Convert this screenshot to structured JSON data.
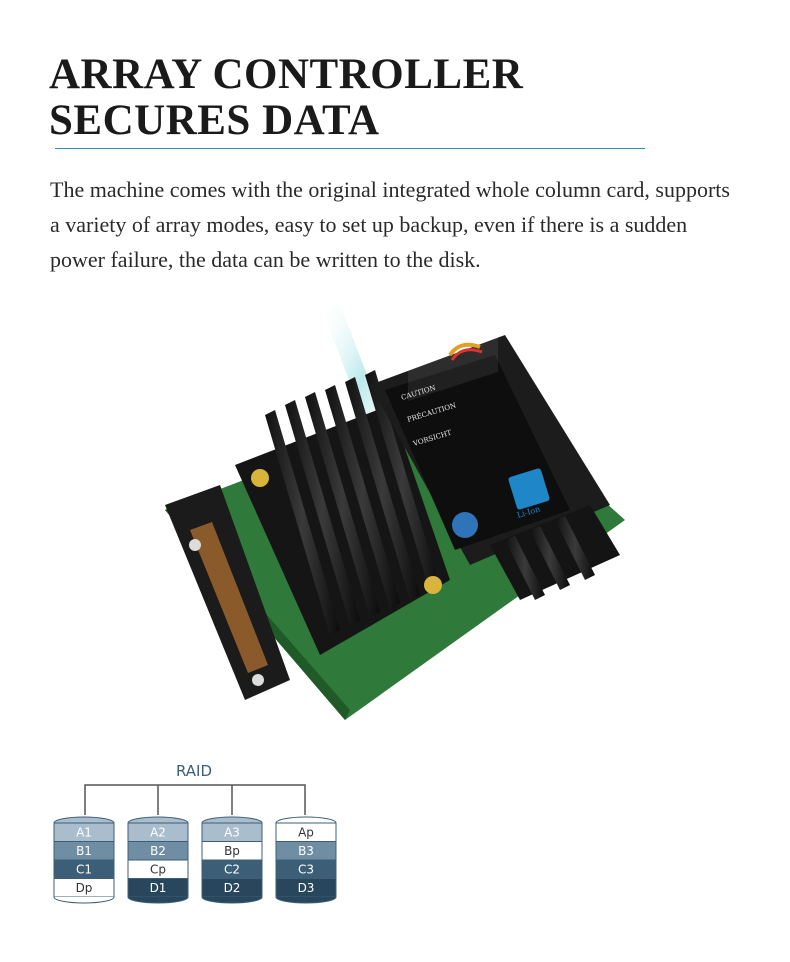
{
  "headline": {
    "line1": "ARRAY CONTROLLER",
    "line2": "SECURES DATA"
  },
  "body": "The machine comes with the original integrated whole column card, supports a variety of array modes, easy to set up backup, even if there is a sudden power failure, the data can be written to the disk.",
  "battery_label": {
    "caution": "CAUTION",
    "precaution": "PRÉCAUTION",
    "vorsicht": "VORSICHT",
    "chem": "Li-Ion"
  },
  "raid": {
    "title": "RAID",
    "disks": [
      [
        "A1",
        "B1",
        "C1",
        "Dp"
      ],
      [
        "A2",
        "B2",
        "Cp",
        "D1"
      ],
      [
        "A3",
        "Bp",
        "C2",
        "D2"
      ],
      [
        "Ap",
        "B3",
        "C3",
        "D3"
      ]
    ]
  },
  "colors": {
    "rule": "#2d8eb0",
    "raid_light": "#a9bdcc",
    "raid_mid": "#6f8ea4",
    "raid_dark": "#3c5f77",
    "raid_darkest": "#28465c"
  }
}
